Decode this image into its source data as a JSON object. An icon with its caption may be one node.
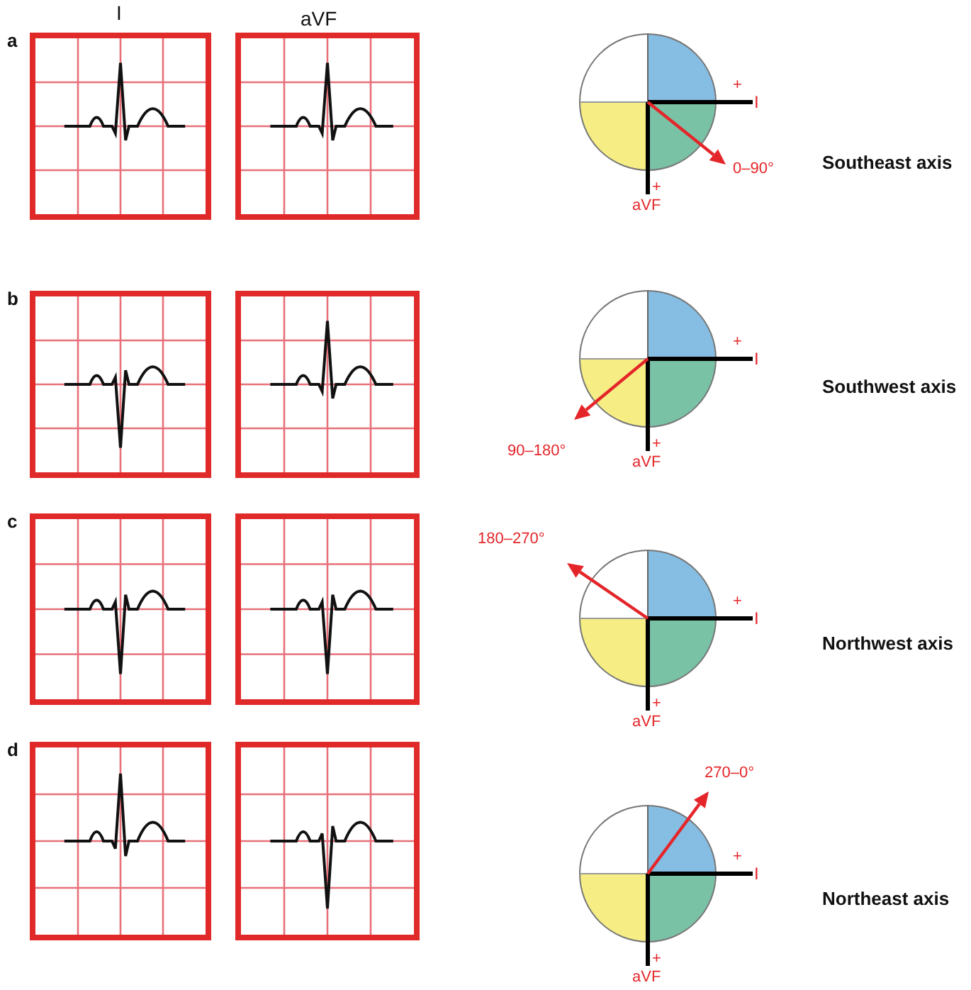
{
  "diagram": {
    "labels": [
      "I",
      "aVF",
      "a",
      "0–90°",
      "+",
      "I",
      "+",
      "aVF",
      "Southeast axis",
      "b",
      "90–180°",
      "+",
      "I",
      "+",
      "aVF",
      "Southwest axis",
      "c",
      "180–270°",
      "+",
      "I",
      "+",
      "aVF",
      "Northwest axis",
      "d",
      "270–0°",
      "+",
      "I",
      "+",
      "aVF",
      "Northeast axis"
    ]
  }
}
